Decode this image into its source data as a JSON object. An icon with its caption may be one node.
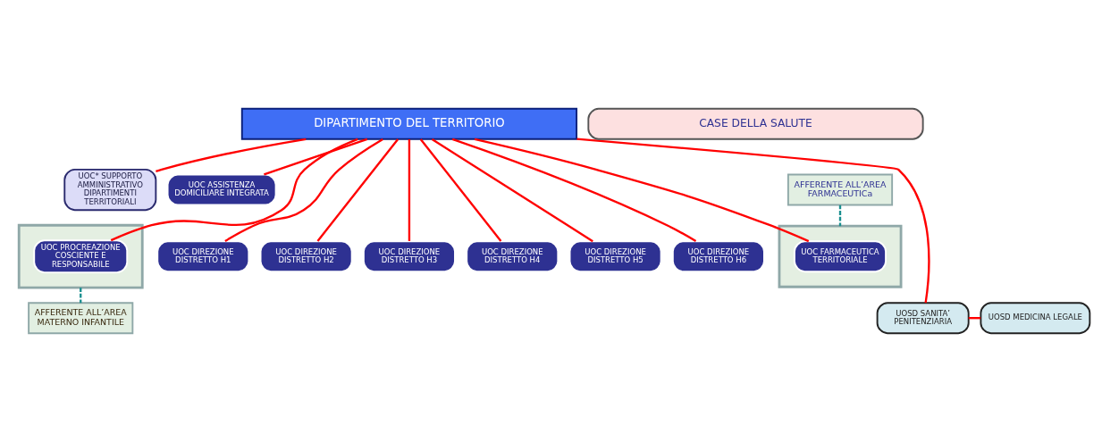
{
  "diagram": {
    "nodes": [
      {
        "text": [
          "DIPARTIMENTO DEL TERRITORIO"
        ]
      },
      {
        "text": [
          "UOC* SUPPORTO AMMINISTRATIVO DIPARTIMENTI TERRITORIALI"
        ]
      },
      {
        "text": [
          "UOC ASSISTENZA DOMICILIARE INTEGRATA"
        ]
      },
      {
        "text": [],
        "shape": "box"
      },
      {
        "text": [
          "UOC PROCREAZIONE COSCIENTE E RESPONSABILE"
        ],
        "in": 3
      },
      {
        "text": [
          "UOC DIREZIONE DISTRETTO H1"
        ]
      },
      {
        "text": [
          "UOC DIREZIONE DISTRETTO H2"
        ]
      },
      {
        "text": [
          "UOC DIREZIONE DISTRETTO H3"
        ]
      },
      {
        "text": [
          "UOC DIREZIONE DISTRETTO H4"
        ]
      },
      {
        "text": [
          "UOC DIREZIONE DISTRETTO H5"
        ]
      },
      {
        "text": [
          "UOC DIREZIONE DISTRETTO H6"
        ]
      },
      {
        "text": [],
        "shape": "box"
      },
      {
        "text": [
          "UOC FARMACEUTICA TERRITORIALE"
        ],
        "in": 11
      },
      {
        "text": [
          "AFFERENTE ALL’AREA FARMACEUTICa"
        ]
      },
      {
        "text": [
          "AFFERENTE ALL’AREA MATERNO INFANTILE"
        ]
      },
      {
        "text": [
          "UOSD MEDICINA LEGALE"
        ]
      },
      {
        "text": [
          "UOSD SANITA’ PENITENZIARIA"
        ]
      },
      {
        "text": [
          "CASE DELLA SALUTE"
        ]
      }
    ],
    "edges": [
      {
        "from": 0,
        "to": 1,
        "arrow": "none"
      },
      {
        "from": 0,
        "to": 2,
        "arrow": "none"
      },
      {
        "from": 0,
        "to": 4,
        "arrow": "none"
      },
      {
        "from": 0,
        "to": 5,
        "arrow": "none"
      },
      {
        "from": 0,
        "to": 6,
        "arrow": "none"
      },
      {
        "from": 0,
        "to": 7,
        "arrow": "none"
      },
      {
        "from": 0,
        "to": 8,
        "arrow": "none"
      },
      {
        "from": 0,
        "to": 9,
        "arrow": "none"
      },
      {
        "from": 0,
        "to": 10,
        "arrow": "none"
      },
      {
        "from": 0,
        "to": 12,
        "arrow": "none"
      },
      {
        "from": 0,
        "to": 16,
        "arrow": "none"
      },
      {
        "from": 16,
        "to": 15,
        "arrow": "none"
      },
      {
        "from": 13,
        "to": 11,
        "arrow": "none",
        "style": "dashed",
        "color": "#1a8f8f"
      },
      {
        "from": 3,
        "to": 14,
        "arrow": "none",
        "style": "dashed",
        "color": "#1a8f8f"
      }
    ]
  }
}
